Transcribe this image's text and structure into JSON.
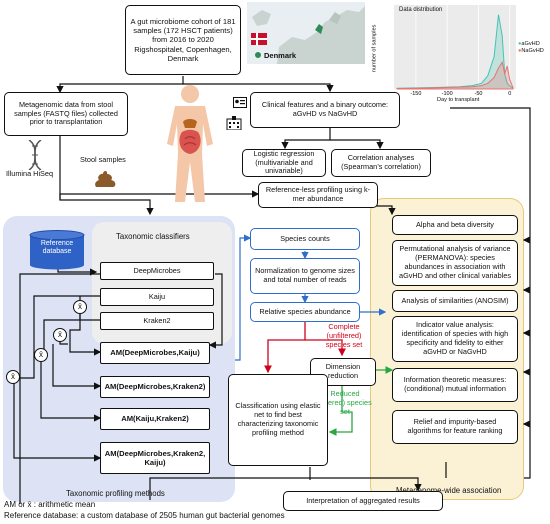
{
  "cohort": {
    "text": "A gut microbiome cohort of 181 samples (172 HSCT patients) from 2016 to 2020 Rigshospitalet, Copenhagen, Denmark",
    "country_label": "Denmark"
  },
  "chart": {
    "title": "Data distribution",
    "ylabel": "number of samples",
    "xlabel": "Day to transplant",
    "legend": [
      "aGvHD",
      "NaGvHD"
    ]
  },
  "chart_data": {
    "type": "area",
    "title": "Data distribution",
    "xlabel": "Day to transplant",
    "ylabel": "number of samples",
    "x_ticks": [
      "-150",
      "-100",
      "-50",
      "0"
    ],
    "x": [
      -180,
      -150,
      -120,
      -100,
      -80,
      -60,
      -45,
      -35,
      -25,
      -18,
      -12,
      -8,
      -4,
      0,
      5
    ],
    "series": [
      {
        "name": "aGvHD",
        "color": "#45c4b4",
        "values": [
          0.2,
          0.3,
          0.4,
          0.5,
          0.6,
          0.9,
          1.5,
          3.5,
          8.5,
          19.5,
          14.0,
          4.0,
          1.5,
          0.8,
          0.3
        ]
      },
      {
        "name": "NaGvHD",
        "color": "#e8736f",
        "values": [
          0.1,
          0.2,
          0.3,
          0.4,
          0.5,
          0.6,
          0.9,
          1.5,
          3.0,
          5.5,
          7.0,
          4.0,
          6.0,
          2.5,
          0.4
        ]
      }
    ],
    "legend_position": "right",
    "grid": true
  },
  "metagenomic": {
    "text": "Metagenomic data from stool samples (FASTQ files) collected prior to transplantation"
  },
  "illumina": {
    "label": "Illumina HiSeq"
  },
  "stool": {
    "label": "Stool samples"
  },
  "clinical": {
    "text": "Clinical features and a binary outcome: aGvHD vs NaGvHD"
  },
  "logistic": {
    "text": "Logistic regression (multivariable and univariable)"
  },
  "correlation": {
    "text": "Correlation analyses (Spearman’s correlation)"
  },
  "referenceless": {
    "text": "Reference-less profiling using k-mer abundance"
  },
  "refdb": {
    "label": "Reference database"
  },
  "classifiers": {
    "title": "Taxonomic classifiers",
    "items": [
      "DeepMicrobes",
      "Kaiju",
      "Kraken2"
    ]
  },
  "am_boxes": [
    {
      "label": "AM",
      "args": "(DeepMicrobes,Kaiju)"
    },
    {
      "label": "AM",
      "args": "(DeepMicrobes,Kraken2)"
    },
    {
      "label": "AM",
      "args": "(Kaiju,Kraken2)"
    },
    {
      "label": "AM",
      "args": "(DeepMicrobes,Kraken2, Kaiju)"
    }
  ],
  "mean_symbol": "x̄",
  "profiling_panel": {
    "title": "Taxonomic profiling methods"
  },
  "species": {
    "counts": "Species counts",
    "normalization": "Normalization to genome sizes and total number of reads",
    "relative": "Relative species abundance"
  },
  "complete_set": "Complete (unfiltered) species set",
  "reduced_set": "Reduced (filtered) species set",
  "dimred": {
    "text": "Dimension reduction"
  },
  "classification": {
    "text": "Classification using elastic net to find best characterizing taxonomic profiling method"
  },
  "mwa": {
    "title": "Metagenome-wide association",
    "items": [
      "Alpha and beta diversity",
      "Permutational analysis of variance (PERMANOVA): species abundances in association with aGvHD and other clinical variables",
      "Analysis of similarities (ANOSIM)",
      "Indicator value analysis: identification of species with high specificity and fidelity to either aGvHD or NaGvHD",
      "Information theoretic measures: (conditional) mutual information",
      "Relief and impurity-based algorithms for feature ranking"
    ]
  },
  "interpretation": {
    "text": "Interpretation of aggregated results"
  },
  "footnotes": {
    "am": "AM or x̄ : arithmetic mean",
    "refdb": "Reference database: a custom database of 2505 human gut bacterial genomes"
  },
  "colors": {
    "panel_blue": "#dde3f4",
    "panel_gray": "#eeeeee",
    "panel_yellow": "#fbf1d4",
    "panel_yellow_border": "#e8c97a",
    "flow_blue": "#2e6fce",
    "flow_red": "#d0021b",
    "flow_green": "#27a844",
    "db_blue": "#2f62c6"
  }
}
